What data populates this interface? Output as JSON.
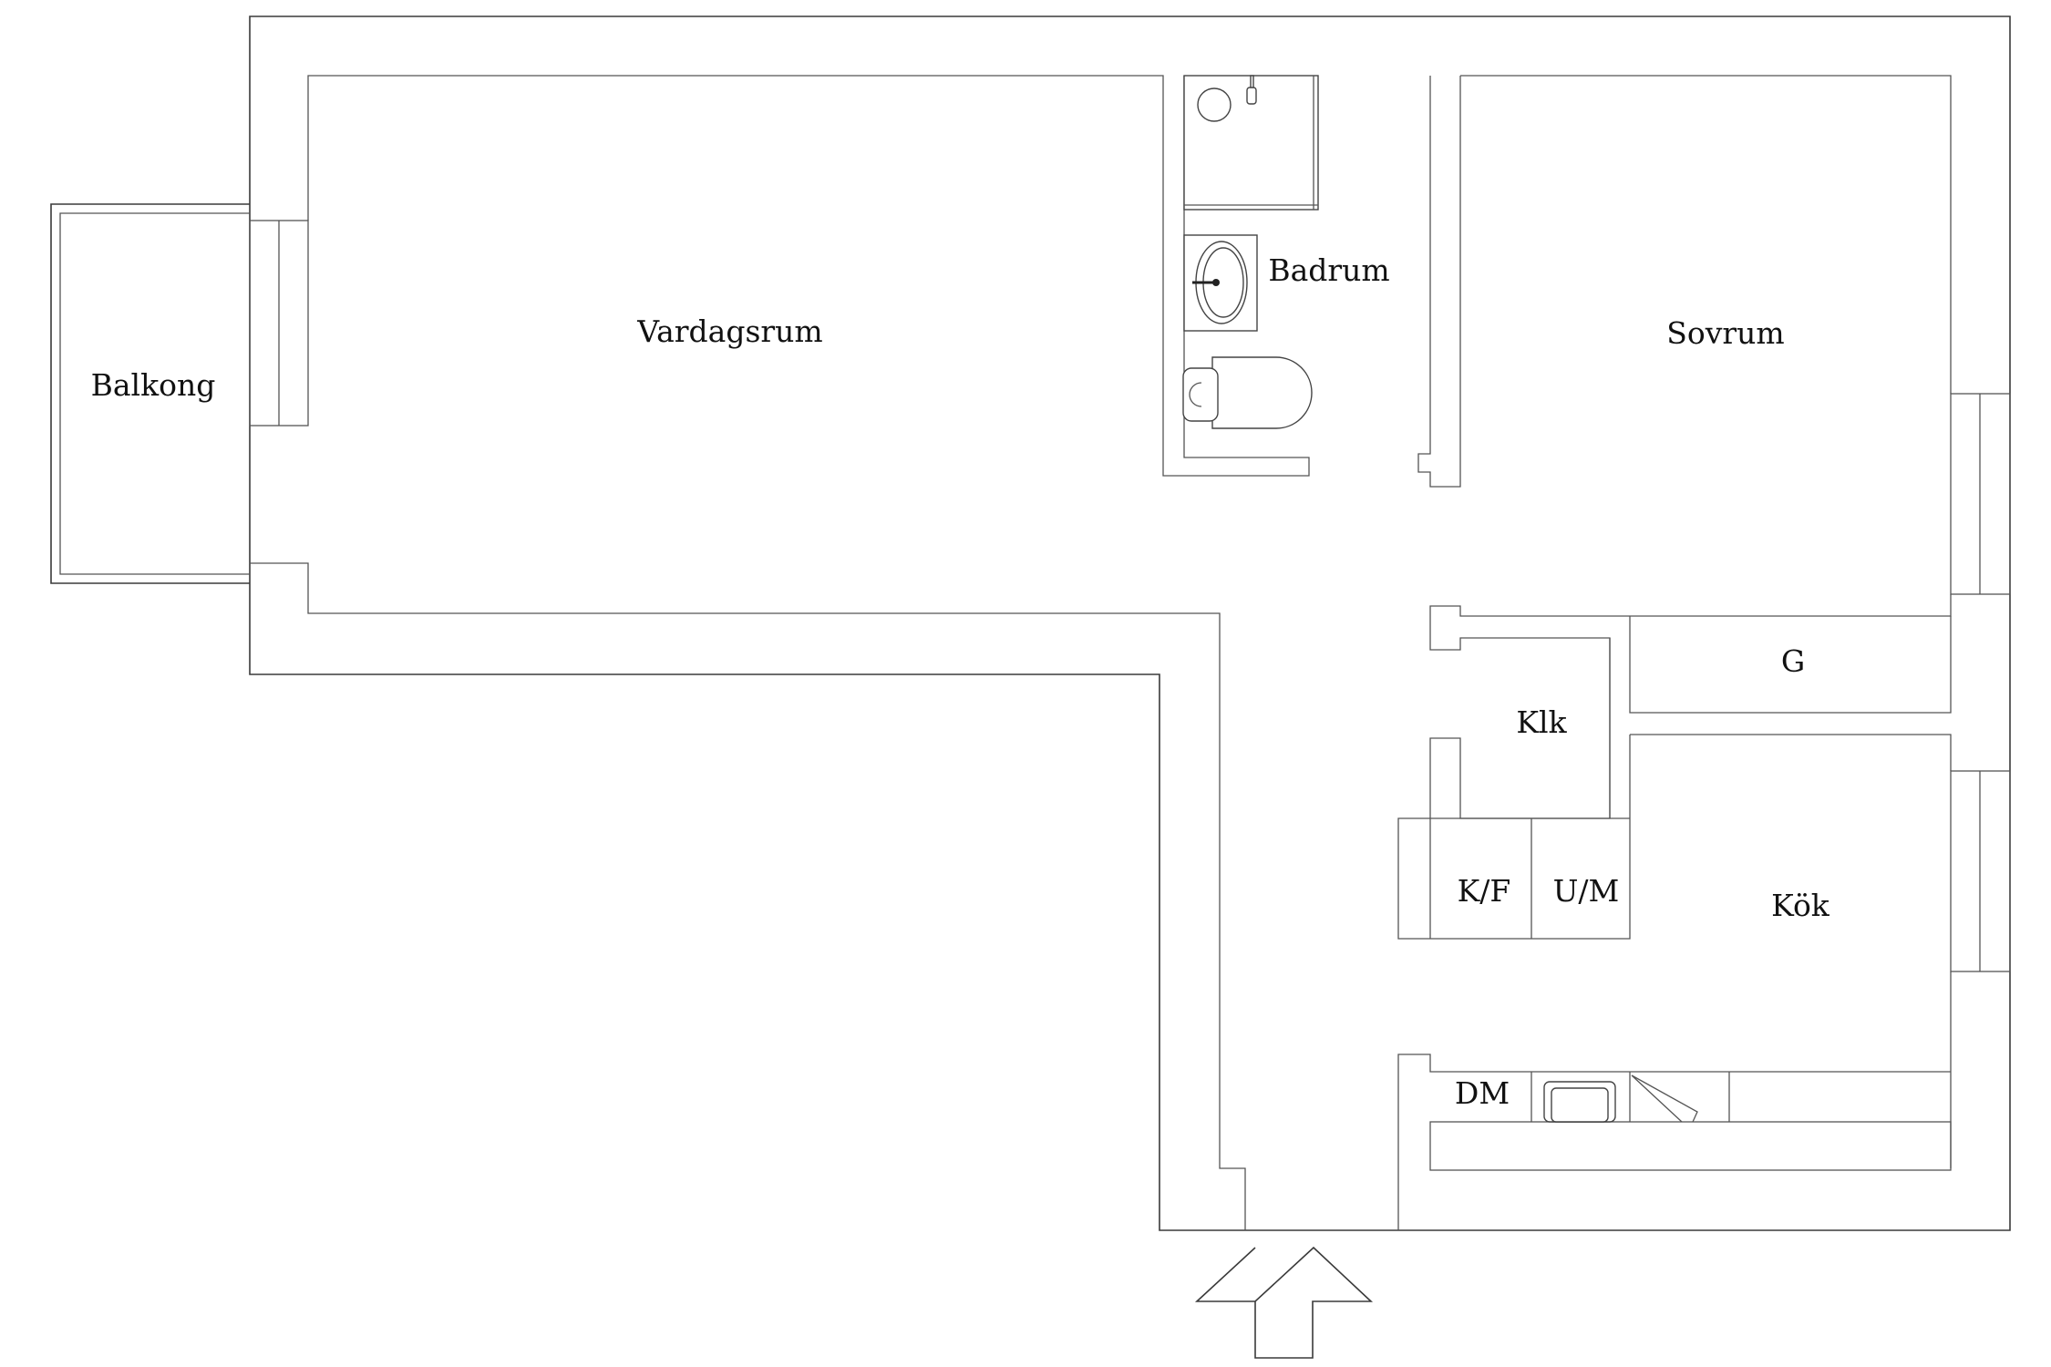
{
  "rooms": {
    "balcony": "Balkong",
    "living": "Vardagsrum",
    "bath": "Badrum",
    "bedroom": "Sovrum",
    "wardrobe": "G",
    "closet": "Klk",
    "fridge_freezer": "K/F",
    "oven_microwave": "U/M",
    "kitchen": "Kök",
    "dishwasher": "DM"
  },
  "icons": {
    "entrance": "entrance-arrow-icon",
    "shower": "shower-icon",
    "sink": "sink-icon",
    "toilet": "toilet-icon",
    "kitchen_sink": "kitchen-sink-icon",
    "stove": "stove-icon"
  }
}
